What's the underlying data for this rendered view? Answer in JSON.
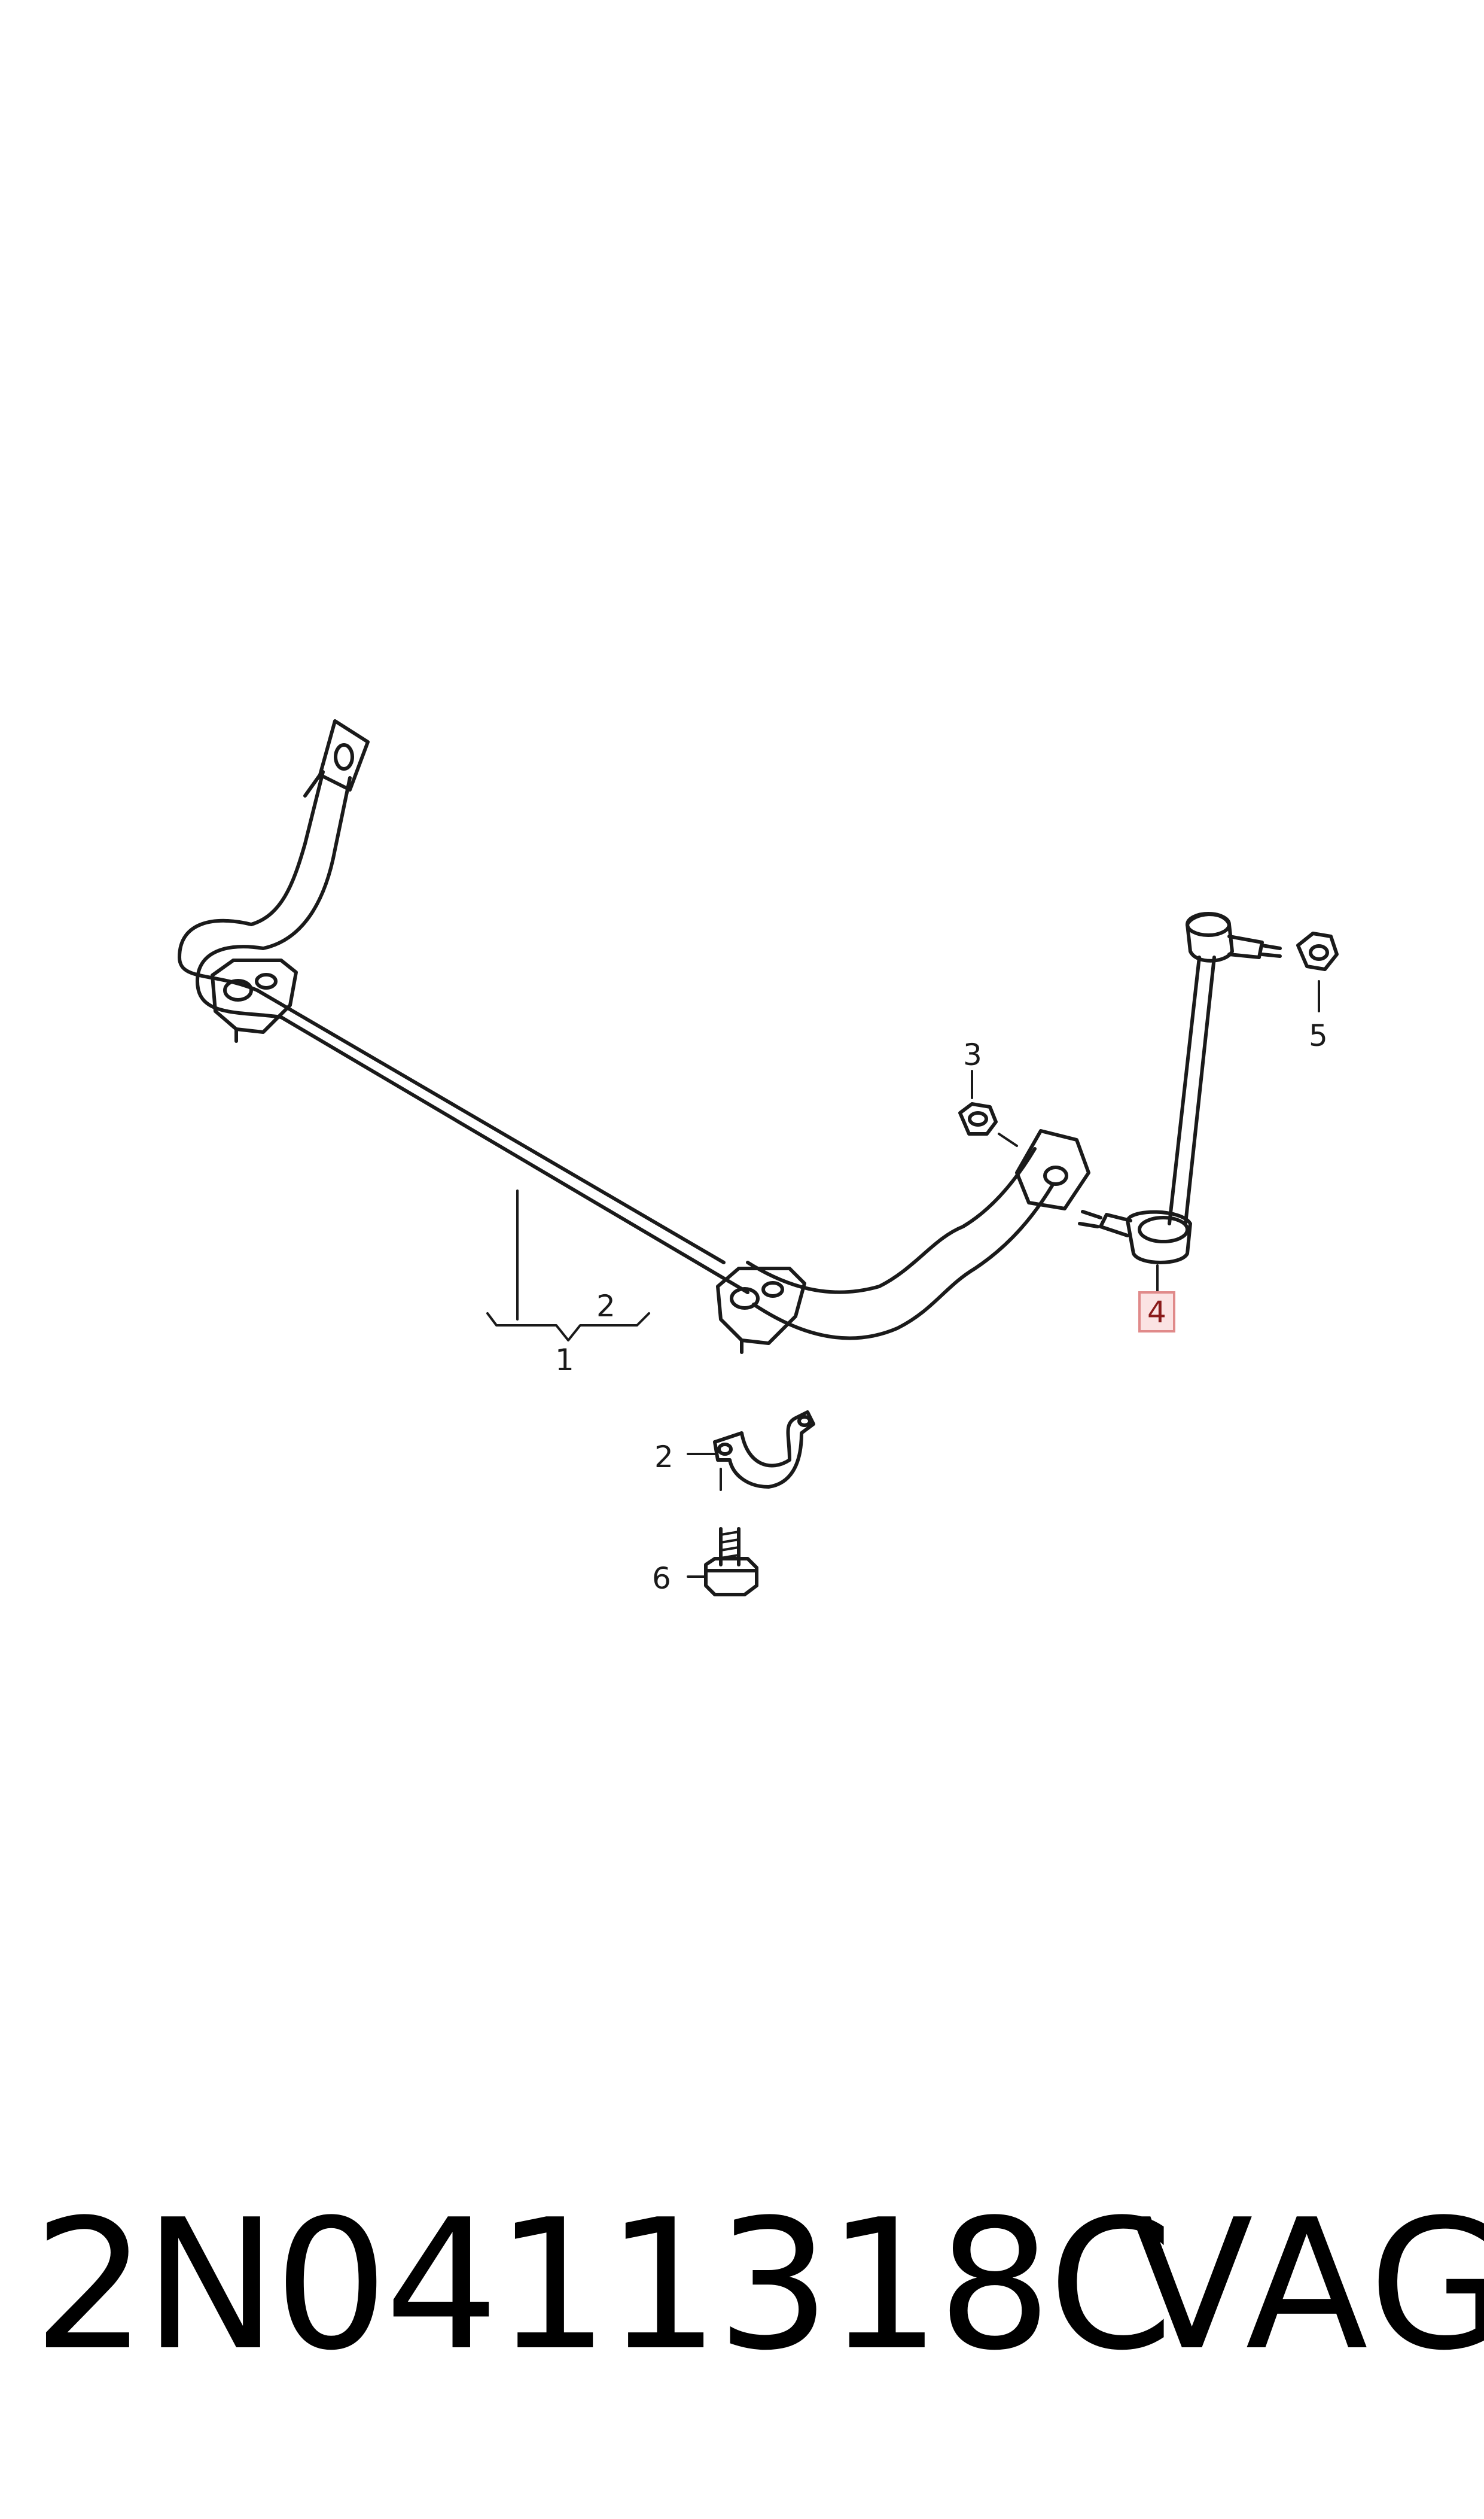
{
  "callouts": {
    "c1": "1",
    "c2_top": "2",
    "c2_bottom": "2",
    "c3": "3",
    "c4": "4",
    "c5": "5",
    "c6": "6"
  },
  "colors": {
    "line": "#1a1a1a",
    "highlight_border": "#e08a8a",
    "highlight_fill": "#fbe3e3"
  },
  "footer": {
    "part_number": "2N0411318C",
    "brand": "VAG"
  }
}
